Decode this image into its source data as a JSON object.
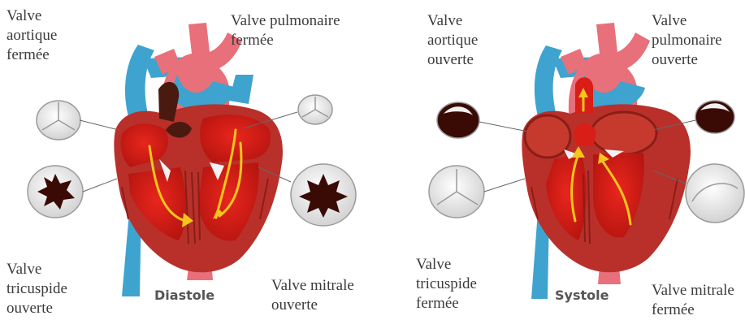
{
  "panels": [
    {
      "phase": "Diastole",
      "labels": {
        "aortic": [
          "Valve",
          "aortique",
          "fermée"
        ],
        "pulmonary": [
          "Valve pulmonaire",
          "fermée"
        ],
        "tricuspid": [
          "Valve",
          "tricuspide",
          "ouverte"
        ],
        "mitral": [
          "Valve mitrale",
          "ouverte"
        ]
      }
    },
    {
      "phase": "Systole",
      "labels": {
        "aortic": [
          "Valve",
          "aortique",
          "ouverte"
        ],
        "pulmonary": [
          "Valve",
          "pulmonaire",
          "ouverte"
        ],
        "tricuspid": [
          "Valve",
          "tricuspide",
          "fermée"
        ],
        "mitral": [
          "Valve mitrale",
          "fermée"
        ]
      }
    }
  ],
  "colors": {
    "vena_cava": "#3fa3cf",
    "aorta": "#e8707a",
    "myocardium": "#b9302a",
    "chamber": "#d81e17",
    "flow_arrow": "#f5c51c",
    "valve_dark": "#3a0b05",
    "valve_light": "#f2f2f2"
  }
}
